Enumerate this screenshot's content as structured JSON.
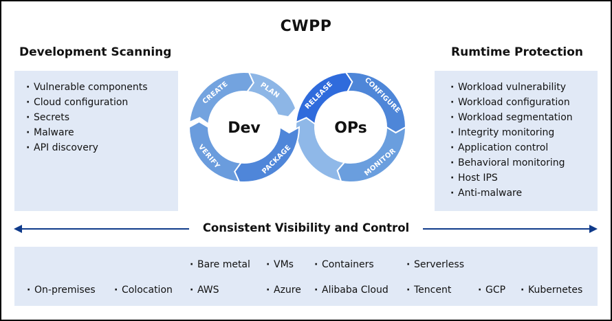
{
  "title": "CWPP",
  "left_section": {
    "heading": "Development Scanning",
    "items": [
      "Vulnerable components",
      "Cloud configuration",
      "Secrets",
      "Malware",
      "API discovery"
    ]
  },
  "right_section": {
    "heading": "Rumtime Protection",
    "items": [
      "Workload vulnerability",
      "Workload configuration",
      "Workload segmentation",
      "Integrity monitoring",
      "Application control",
      "Behavioral monitoring",
      "Host IPS",
      "Anti-malware"
    ]
  },
  "devops_loop": {
    "dev_label": "Dev",
    "ops_label": "OPs",
    "stages": {
      "plan": "PLAN",
      "create": "CREATE",
      "verify": "VERIFY",
      "package": "PACKAGE",
      "release": "RELEASE",
      "configure": "CONFIGURE",
      "monitor": "MONITOR"
    },
    "colors": {
      "plan": "#8db6e6",
      "create": "#73a3df",
      "verify": "#6a9cdd",
      "package": "#4f86d9",
      "release": "#2f6bdc",
      "configure": "#4e86d8",
      "monitor": "#6a9ede",
      "crossover": "#8fb8e8"
    }
  },
  "banner": {
    "text": "Consistent Visibility and Control",
    "arrow_color": "#0f3a8a"
  },
  "environments": {
    "row1": [
      "Bare metal",
      "VMs",
      "Containers",
      "Serverless"
    ],
    "row2": [
      "On-premises",
      "Colocation",
      "AWS",
      "Azure",
      "Alibaba Cloud",
      "Tencent",
      "GCP",
      "Kubernetes"
    ]
  }
}
